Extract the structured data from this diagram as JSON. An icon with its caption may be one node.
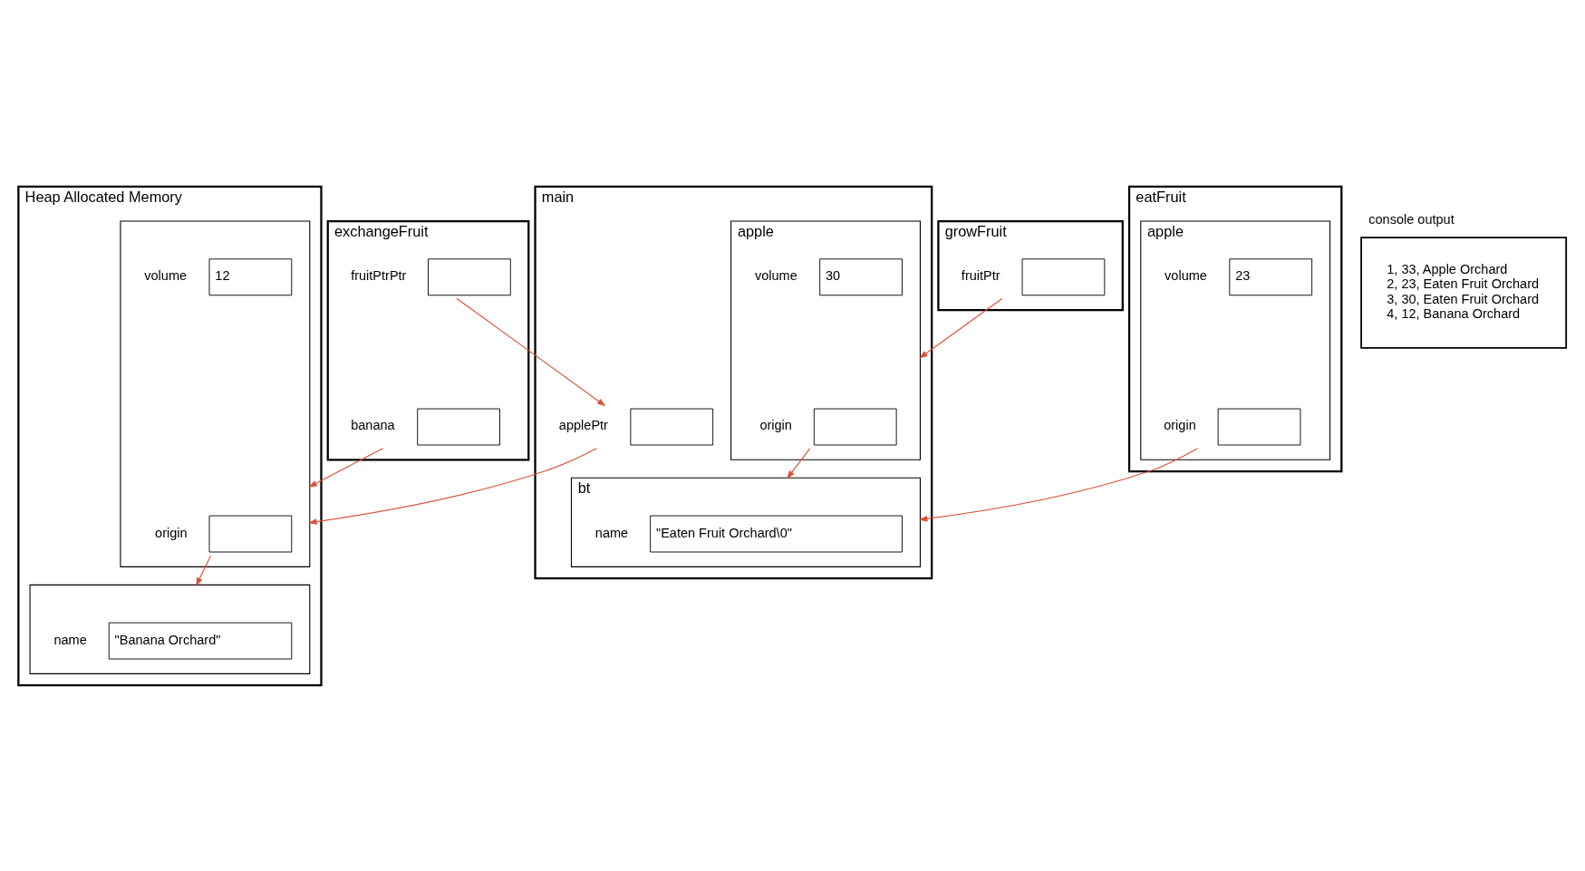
{
  "diagram": {
    "nodes": [
      {
        "text": [
          "main"
        ]
      },
      {
        "text": [
          "bt"
        ],
        "in": 0
      },
      {
        "text": [
          "\"Eaten Fruit Orchard\\0\""
        ],
        "beside": [
          "name"
        ],
        "in": 1
      },
      {
        "text": [
          "apple"
        ],
        "in": 0
      },
      {
        "text": [],
        "shape": "box",
        "beside": [
          "origin"
        ],
        "in": 3
      },
      {
        "text": [
          "30"
        ],
        "beside": [
          "volume"
        ],
        "in": 3
      },
      {
        "text": [],
        "shape": "box",
        "beside": [
          "applePtr"
        ],
        "in": 0
      },
      {
        "text": [
          "eatFruit"
        ]
      },
      {
        "text": [
          "apple"
        ],
        "in": 7
      },
      {
        "text": [],
        "shape": "box",
        "beside": [
          "origin"
        ],
        "in": 8
      },
      {
        "text": [
          "23"
        ],
        "beside": [
          "volume"
        ],
        "in": 8
      },
      {
        "text": [
          "exchangeFruit"
        ]
      },
      {
        "text": [],
        "shape": "box",
        "beside": [
          "fruitPtrPtr"
        ],
        "in": 11
      },
      {
        "text": [],
        "shape": "box",
        "beside": [
          "banana"
        ],
        "in": 11
      },
      {
        "text": [
          "growFruit"
        ]
      },
      {
        "text": [],
        "shape": "box",
        "beside": [
          "fruitPtr"
        ],
        "in": 14
      },
      {
        "text": [
          "Heap Allocated Memory"
        ]
      },
      {
        "text": [],
        "shape": "box",
        "in": 16
      },
      {
        "text": [],
        "shape": "box",
        "beside": [
          "origin"
        ],
        "in": 17
      },
      {
        "text": [
          "12"
        ],
        "beside": [
          "volume"
        ],
        "in": 17
      },
      {
        "text": [],
        "shape": "box",
        "in": 16
      },
      {
        "text": [
          "\"Banana Orchard\""
        ],
        "beside": [
          "name"
        ],
        "in": 20
      },
      {
        "text": [
          "console output",
          "1, 33, Apple Orchard",
          "2, 23, Eaten Fruit Orchard",
          "3, 30, Eaten Fruit Orchard",
          "4, 12, Banana Orchard"
        ]
      }
    ],
    "edges": [
      {
        "from": 9,
        "to": 1,
        "arrow": "to"
      },
      {
        "from": 4,
        "to": 1,
        "arrow": "to"
      },
      {
        "from": 15,
        "to": 3,
        "arrow": "to"
      },
      {
        "from": 12,
        "to": 6,
        "arrow": "to"
      },
      {
        "from": 13,
        "to": 17,
        "arrow": "to"
      },
      {
        "from": 6,
        "to": 17,
        "arrow": "to"
      },
      {
        "from": 18,
        "to": 20,
        "arrow": "to"
      }
    ]
  }
}
